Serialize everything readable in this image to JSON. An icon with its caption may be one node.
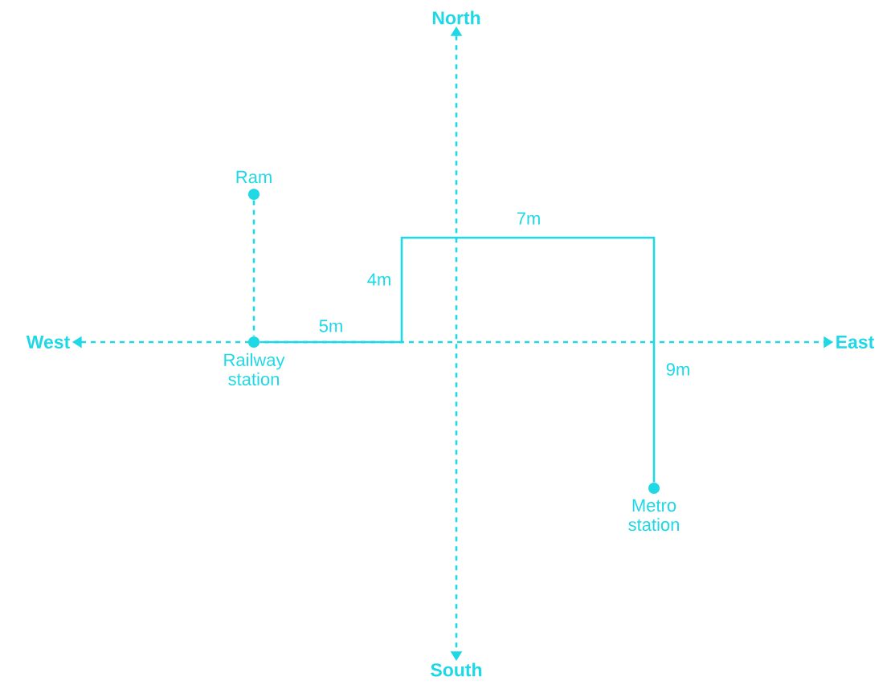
{
  "diagram": {
    "nodes": [
      {
        "text": [
          "North"
        ]
      },
      {
        "text": [
          "South"
        ]
      },
      {
        "text": [
          "West"
        ]
      },
      {
        "text": [
          "East"
        ]
      },
      {
        "text": [
          "Ram"
        ]
      },
      {
        "text": [
          "Railway station"
        ]
      },
      {
        "text": [
          "Metro station"
        ]
      }
    ],
    "edges": [
      {
        "from": 2,
        "to": 3,
        "arrow": "both",
        "style": "dashed"
      },
      {
        "from": 0,
        "to": 1,
        "arrow": "both",
        "style": "dashed"
      },
      {
        "from": 4,
        "to": 5,
        "arrow": "none",
        "style": "dashed"
      },
      {
        "from": 5,
        "to": 6,
        "arrow": "none"
      }
    ],
    "labels": [
      "7m",
      "4m",
      "5m",
      "9m"
    ]
  }
}
